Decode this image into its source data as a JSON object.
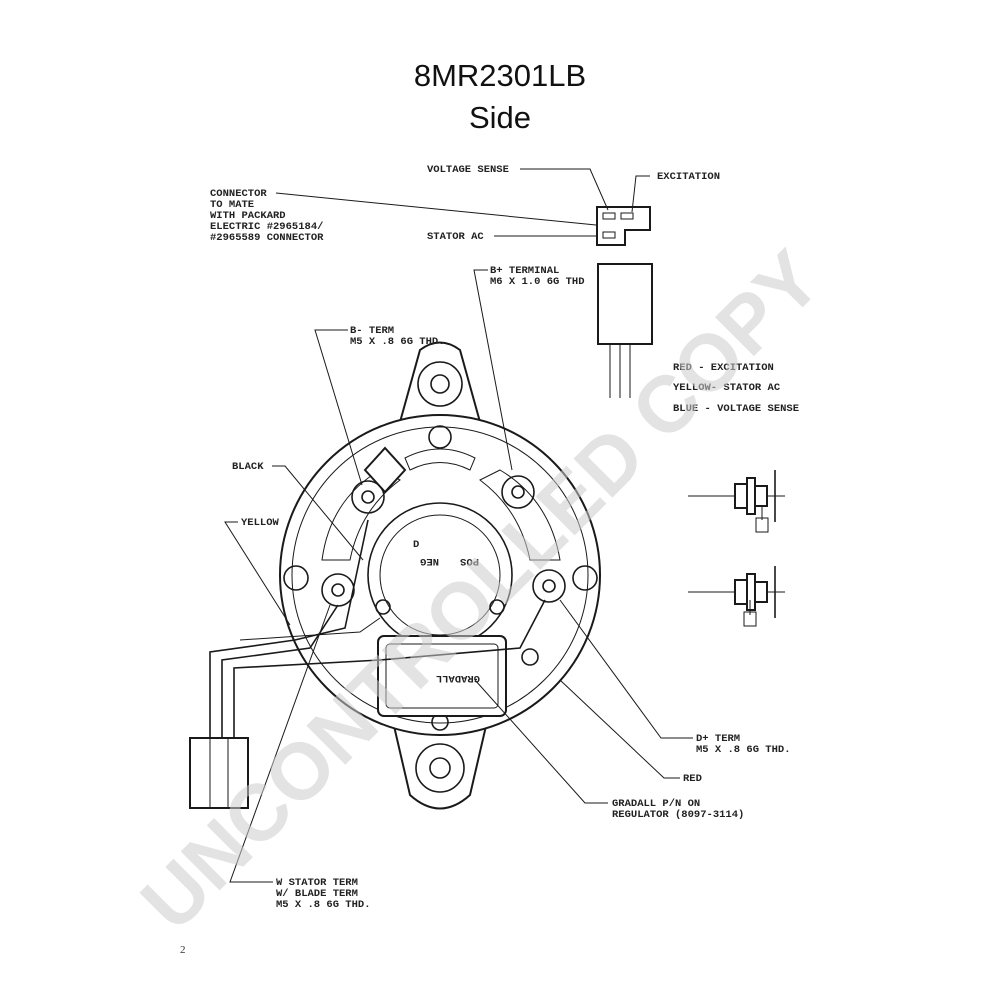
{
  "title": "8MR2301LB",
  "subtitle": "Side",
  "labels": {
    "voltage_sense": "VOLTAGE SENSE",
    "excitation": "EXCITATION",
    "connector_1": "CONNECTOR",
    "connector_2": "TO MATE",
    "connector_3": "WITH PACKARD",
    "connector_4": "ELECTRIC #2965184/",
    "connector_5": "#2965589 CONNECTOR",
    "stator_ac": "STATOR AC",
    "bplus_1": "B+ TERMINAL",
    "bplus_2": "M6 X 1.0 6G THD",
    "bminus_1": "B- TERM",
    "bminus_2": "M5 X .8 6G THD.",
    "legend_red": "RED    - EXCITATION",
    "legend_yellow": "YELLOW- STATOR AC",
    "legend_blue": "BLUE   - VOLTAGE SENSE",
    "black": "BLACK",
    "yellow": "YELLOW",
    "dplus_1": "D+ TERM",
    "dplus_2": "M5 X .8 6G THD.",
    "red": "RED",
    "gradall_1": "GRADALL P/N ON",
    "gradall_2": "REGULATOR (8097-3114)",
    "wstator_1": "W STATOR TERM",
    "wstator_2": "W/ BLADE TERM",
    "wstator_3": "M5 X .8 6G THD.",
    "neg": "NEG",
    "pos": "POS",
    "d": "D",
    "brand": "GRADALL",
    "stray_mark": "2"
  },
  "watermark": "UNCONTROLLED COPY",
  "colors": {
    "line": "#1a1a1a",
    "watermark": "#cccccc"
  }
}
